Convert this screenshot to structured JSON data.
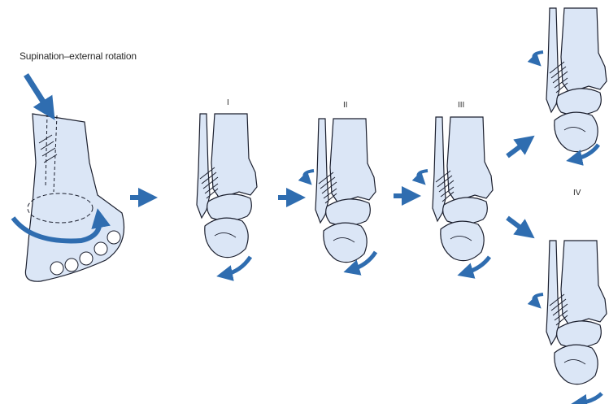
{
  "diagram": {
    "title": "Supination–external rotation",
    "stages": [
      "I",
      "II",
      "III",
      "IV"
    ],
    "colors": {
      "bone_fill": "#dbe6f6",
      "outline": "#1b1f2e",
      "arrow": "#2f6db0"
    }
  }
}
